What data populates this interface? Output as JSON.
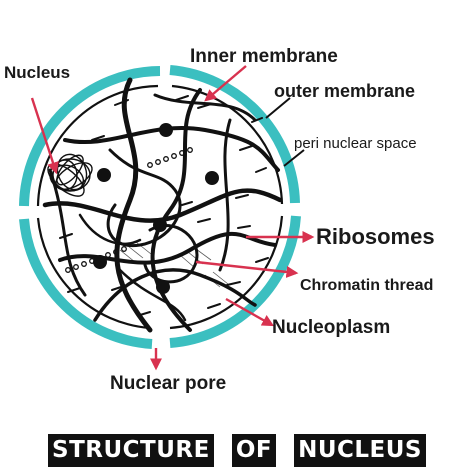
{
  "labels": {
    "nucleus": "Nucleus",
    "inner_membrane": "Inner membrane",
    "outer_membrane": "outer membrane",
    "perinuclear_space": "peri nuclear space",
    "ribosomes": "Ribosomes",
    "chromatin_thread": "Chromatin thread",
    "nucleoplasm": "Nucleoplasm",
    "nuclear_pore": "Nuclear pore"
  },
  "title_words": [
    "STRUCTURE",
    "OF",
    "NUCLEUS"
  ],
  "colors": {
    "membrane": "#3bbfc0",
    "arrow": "#d8324f",
    "ink": "#111111",
    "title_bg": "#111111",
    "title_text": "#ffffff"
  }
}
